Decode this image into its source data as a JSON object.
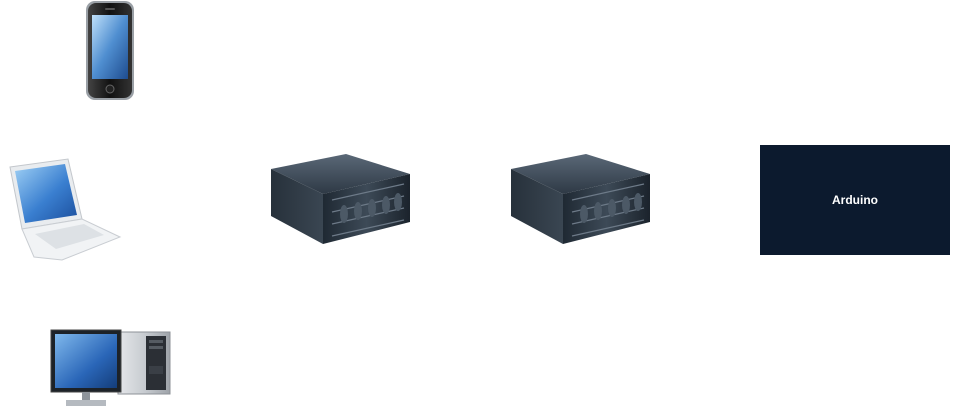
{
  "diagram": {
    "clients": [
      {
        "name": "smartphone",
        "icon": "smartphone-icon"
      },
      {
        "name": "laptop",
        "icon": "laptop-icon"
      },
      {
        "name": "desktop",
        "icon": "desktop-computer-icon"
      }
    ],
    "servers": [
      {
        "icon": "server-icon",
        "label": ""
      },
      {
        "icon": "server-icon",
        "label": ""
      }
    ],
    "device": {
      "label": "Arduino",
      "color": "#0c1a2e"
    }
  }
}
